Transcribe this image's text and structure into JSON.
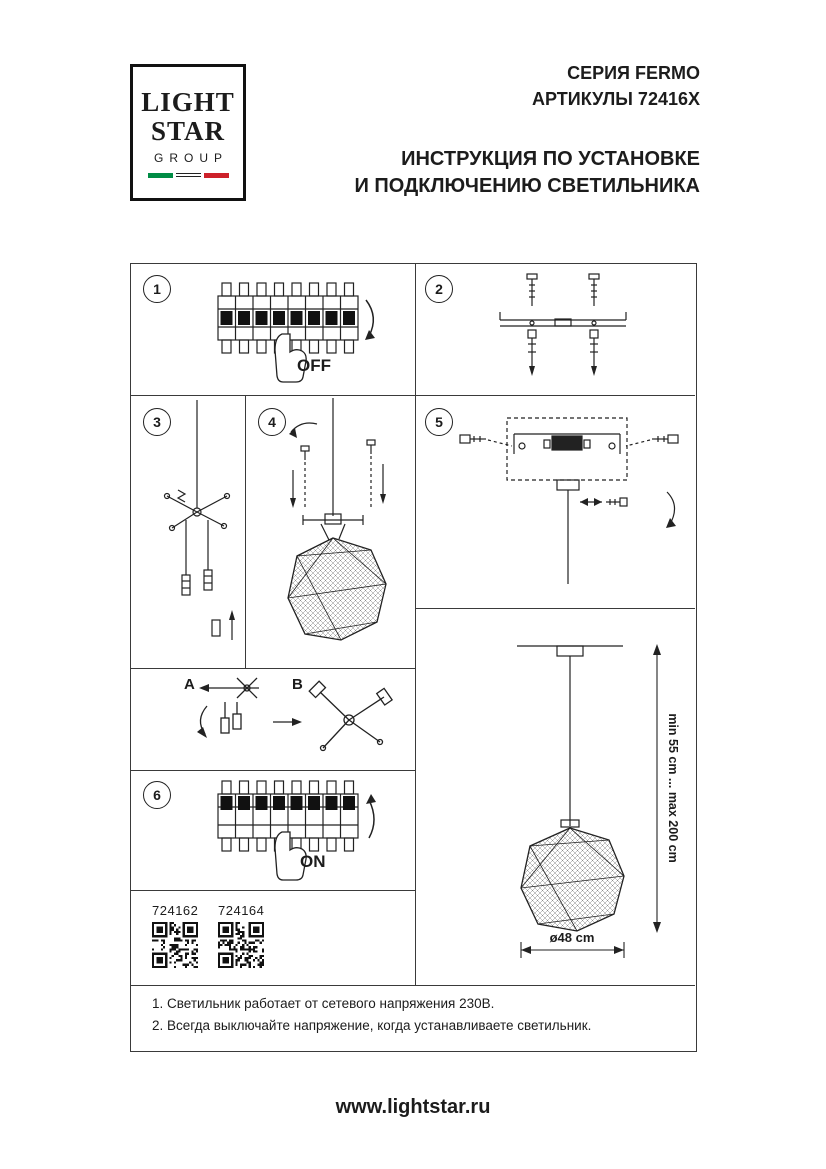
{
  "logo": {
    "word1": "LIGHT",
    "word2": "STAR",
    "word3": "GROUP"
  },
  "header": {
    "series": "СЕРИЯ FERMO",
    "articles": "АРТИКУЛЫ 72416X",
    "title1": "ИНСТРУКЦИЯ ПО УСТАНОВКЕ",
    "title2": "И ПОДКЛЮЧЕНИЮ СВЕТИЛЬНИКА"
  },
  "steps": {
    "n1": "1",
    "n2": "2",
    "n3": "3",
    "n4": "4",
    "n5": "5",
    "n6": "6",
    "off": "OFF",
    "on": "ON",
    "variant_a": "A",
    "variant_b": "B"
  },
  "article_codes": [
    "724162",
    "724164"
  ],
  "dimensions": {
    "height_range": "min 55 cm ... max 200 cm",
    "diameter": "ø48 cm"
  },
  "notes": [
    "1. Светильник работает от сетевого напряжения 230В.",
    "2. Всегда выключайте напряжение, когда устанавливаете светильник."
  ],
  "footer": {
    "website": "www.lightstar.ru"
  },
  "colors": {
    "flag_green": "#008c45",
    "flag_red": "#cd212a",
    "ink": "#1c1c1c"
  }
}
